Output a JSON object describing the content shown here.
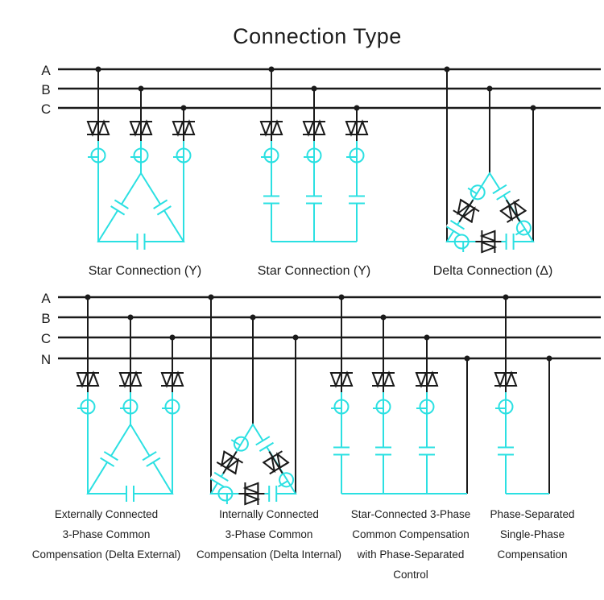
{
  "title": "Connection Type",
  "colors": {
    "wire": "#1a1a1a",
    "reactive": "#2be0e2",
    "background": "#ffffff"
  },
  "top": {
    "bus_labels": [
      "A",
      "B",
      "C"
    ],
    "captions": [
      "Star Connection (Y)",
      "Star Connection (Y)",
      "Delta Connection (Δ)"
    ]
  },
  "bottom": {
    "bus_labels": [
      "A",
      "B",
      "C",
      "N"
    ],
    "captions": [
      [
        "Externally Connected",
        "3-Phase Common",
        "Compensation (Delta External)"
      ],
      [
        "Internally Connected",
        "3-Phase Common",
        "Compensation (Delta Internal)"
      ],
      [
        "Star-Connected 3-Phase",
        "Common Compensation",
        "with Phase-Separated",
        "Control"
      ],
      [
        "Phase-Separated",
        "Single-Phase",
        "Compensation"
      ]
    ]
  },
  "icons": {
    "thyristor": "antiparallel-thyristor-valve-icon",
    "inductor": "reactor-coil-icon",
    "capacitor": "capacitor-icon"
  }
}
